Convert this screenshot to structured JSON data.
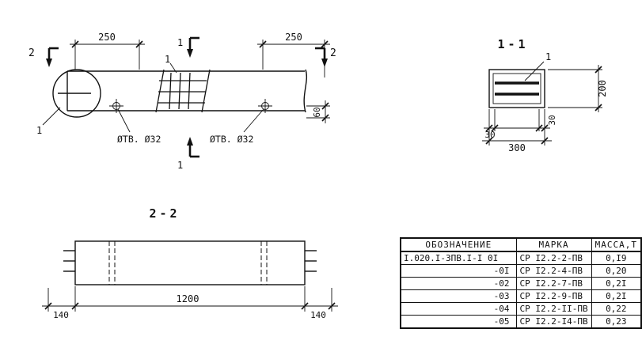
{
  "elevation": {
    "cut2_left": "2",
    "cut2_right": "2",
    "cut1_top": "1",
    "cut1_bottom": "1",
    "detail_circle_label": "1",
    "mesh_label": "1",
    "dim_250_left": "250",
    "dim_250_right": "250",
    "dim_60": "60",
    "hole_left": "ØТВ. Ø32",
    "hole_right": "ØТВ. Ø32"
  },
  "section11": {
    "title": "1-1",
    "bar_label": "1",
    "dim_200": "200",
    "dim_300": "300",
    "dim_30_left": "30",
    "dim_30_right": "30"
  },
  "section22": {
    "title": "2-2",
    "dim_140_left": "140",
    "dim_1200": "1200",
    "dim_140_right": "140"
  },
  "spec_table": {
    "headers": [
      "ОБОЗНАЧЕНИЕ",
      "МАРКА",
      "МАССА,Т"
    ],
    "rows": [
      {
        "designation": "I.020.I-3ПВ.I-I 0I",
        "mark": "СР I2.2-2-ПВ",
        "mass": "0,I9"
      },
      {
        "designation": "-0I",
        "mark": "СР I2.2-4-ПВ",
        "mass": "0,20"
      },
      {
        "designation": "-02",
        "mark": "СР I2.2-7-ПВ",
        "mass": "0,2I"
      },
      {
        "designation": "-03",
        "mark": "СР I2.2-9-ПВ",
        "mass": "0,2I"
      },
      {
        "designation": "-04",
        "mark": "СР I2.2-II-ПВ",
        "mass": "0,22"
      },
      {
        "designation": "-05",
        "mark": "СР I2.2-I4-ПВ",
        "mass": "0,23"
      }
    ]
  },
  "colors": {
    "ink": "#111111",
    "paper": "#ffffff"
  }
}
